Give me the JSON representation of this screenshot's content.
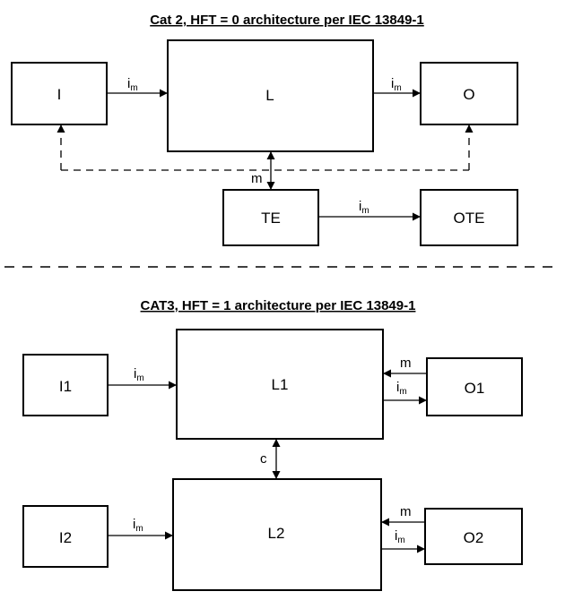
{
  "cat2": {
    "title": "Cat 2, HFT = 0 architecture per IEC 13849-1",
    "blocks": {
      "input": "I",
      "logic": "L",
      "output": "O",
      "test_equipment": "TE",
      "test_output": "OTE"
    },
    "edge_labels": {
      "i": "i",
      "m_sub": "m",
      "m": "m"
    }
  },
  "cat3": {
    "title": "CAT3, HFT = 1 architecture per IEC 13849-1",
    "blocks": {
      "input1": "I1",
      "logic1": "L1",
      "output1": "O1",
      "input2": "I2",
      "logic2": "L2",
      "output2": "O2"
    },
    "edge_labels": {
      "i": "i",
      "m_sub": "m",
      "m": "m",
      "c": "c"
    }
  }
}
